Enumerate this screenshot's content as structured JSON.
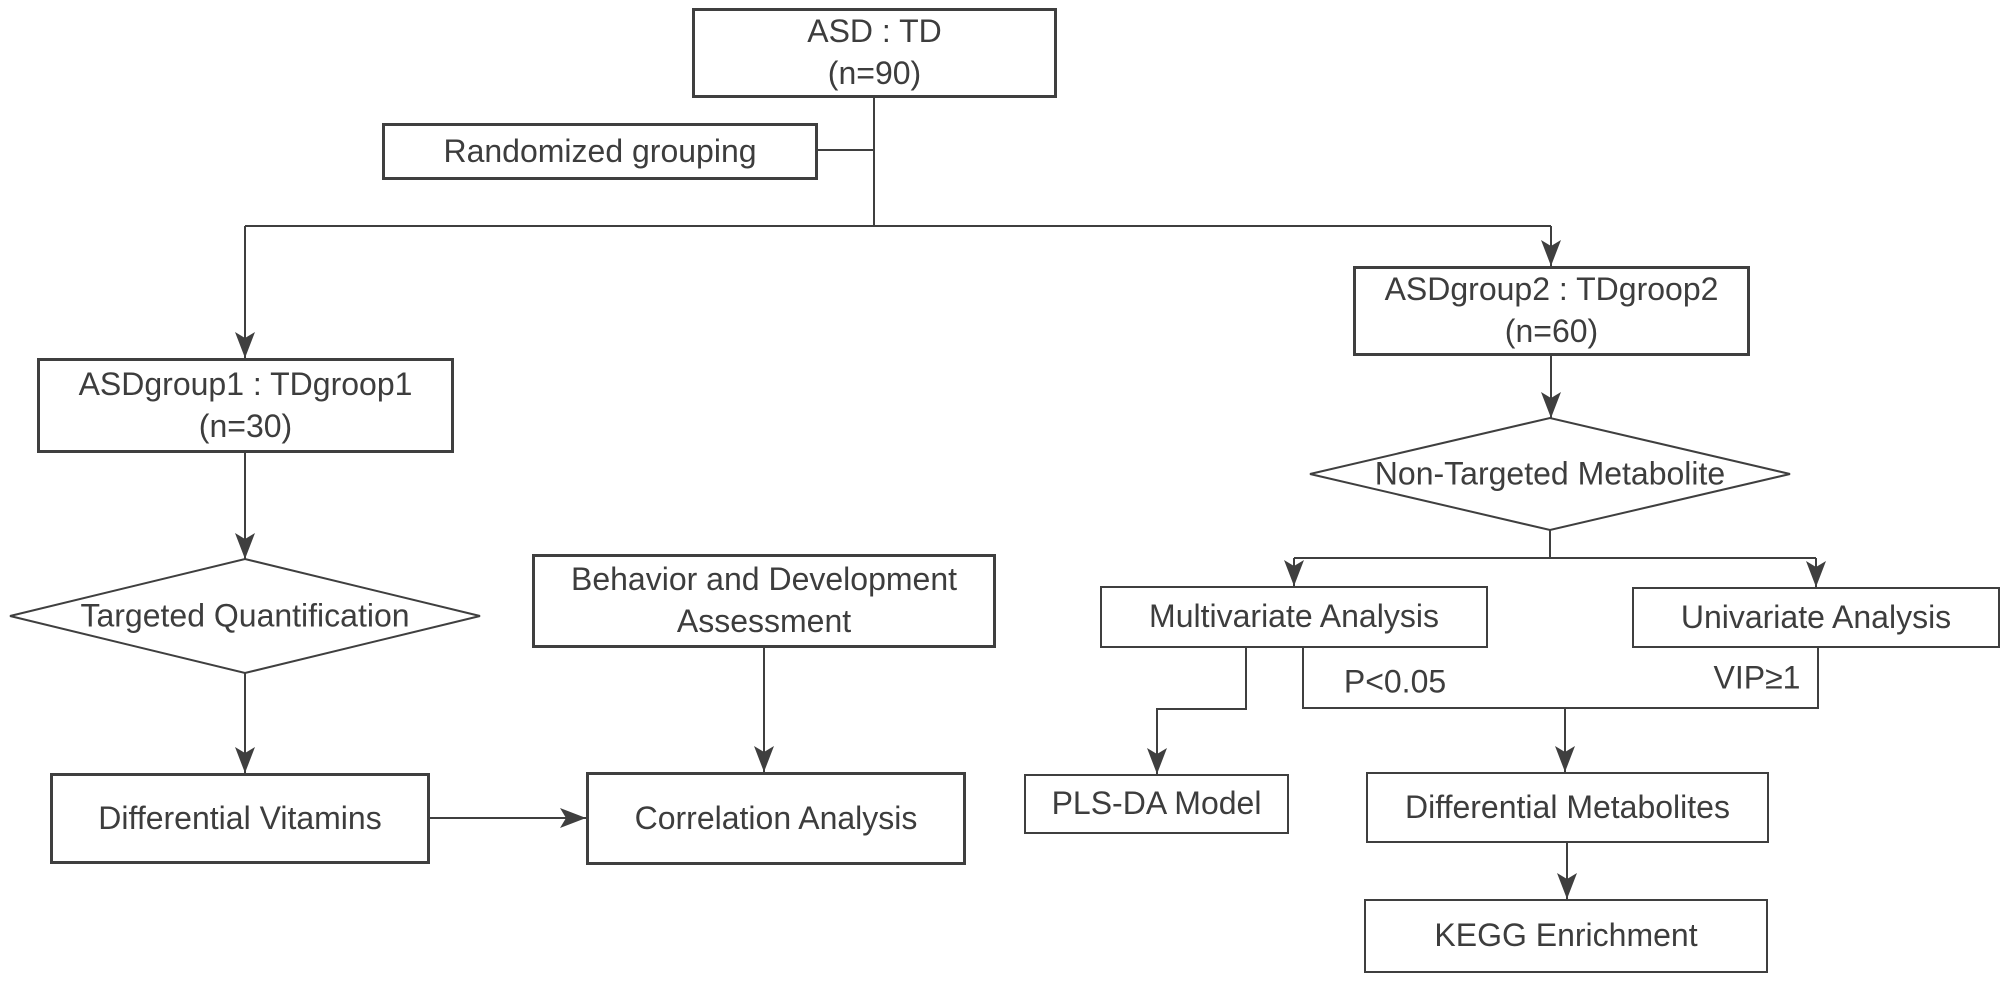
{
  "figure": {
    "type": "study-design-flowchart",
    "background_color": "#ffffff",
    "line_color": "#3f3f3f",
    "text_color": "#3d3d3d",
    "node_fill": "#ffffff"
  },
  "nodes": {
    "asd_td": {
      "line1": "ASD : TD",
      "line2": "(n=90)"
    },
    "randomized_grouping": {
      "label": "Randomized grouping"
    },
    "asdgroup1": {
      "line1": "ASDgroup1 : TDgroop1",
      "line2": "(n=30)"
    },
    "targeted_quantification": {
      "label": "Targeted Quantification"
    },
    "behavior_assessment": {
      "line1": "Behavior and Development",
      "line2": "Assessment"
    },
    "differential_vitamins": {
      "label": "Differential Vitamins"
    },
    "correlation_analysis": {
      "label": "Correlation Analysis"
    },
    "asdgroup2": {
      "line1": "ASDgroup2 : TDgroop2",
      "line2": "(n=60)"
    },
    "non_targeted_metabolite": {
      "label": "Non-Targeted Metabolite"
    },
    "multivariate_analysis": {
      "label": "Multivariate Analysis"
    },
    "univariate_analysis": {
      "label": "Univariate Analysis"
    },
    "plsda_model": {
      "label": "PLS-DA Model"
    },
    "differential_metabolites": {
      "label": "Differential Metabolites"
    },
    "kegg_enrichment": {
      "label": "KEGG Enrichment"
    }
  },
  "edge_labels": {
    "p_threshold": "P<0.05",
    "vip_threshold": "VIP≥1"
  }
}
